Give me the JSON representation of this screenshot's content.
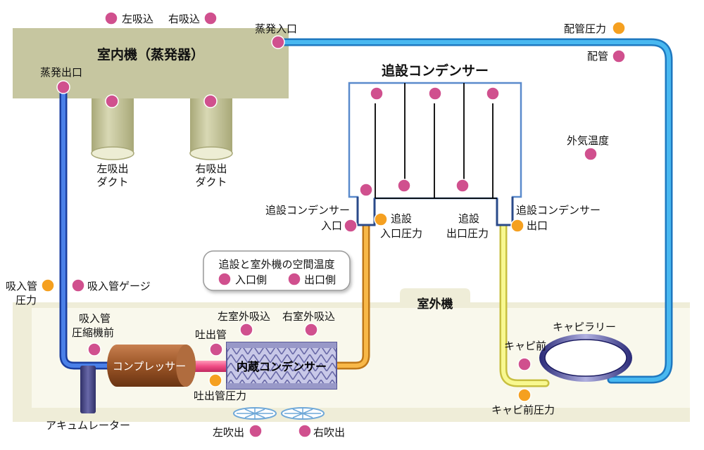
{
  "colors": {
    "temp_sensor": "#d0508e",
    "pressure_sensor": "#f5a020",
    "indoor_unit": "#c6c6a0",
    "outdoor_unit": "#efedd8",
    "pipe_cold": "#3b6fd8",
    "pipe_liquid": "#3da8e8",
    "pipe_hot": "#f0a838",
    "pipe_yellow": "#f0f070",
    "compressor": "#a86030",
    "discharge_pipe": "#f06090"
  },
  "indoor_unit": {
    "label": "室内機（蒸発器）"
  },
  "outdoor_unit": {
    "label": "室外機"
  },
  "add_condenser": {
    "label": "追設コンデンサー"
  },
  "compressor": {
    "label": "コンプレッサー"
  },
  "internal_condenser": {
    "label": "内蔵コンデンサー"
  },
  "capillary": {
    "label": "キャピラリー"
  },
  "ducts": {
    "left_line1": "左吸出",
    "left_line2": "ダクト",
    "right_line1": "右吸出",
    "right_line2": "ダクト"
  },
  "labels": {
    "left_intake": "左吸込",
    "right_intake": "右吸込",
    "evap_inlet": "蒸発入口",
    "evap_outlet": "蒸発出口",
    "pipe_pressure": "配管圧力",
    "pipe": "配管",
    "outside_temp": "外気温度",
    "add_cond_inlet_1": "追設コンデンサー",
    "add_cond_inlet_2": "入口",
    "add_inlet_pressure_1": "追設",
    "add_inlet_pressure_2": "入口圧力",
    "add_outlet_pressure_1": "追設",
    "add_outlet_pressure_2": "出口圧力",
    "add_cond_outlet_1": "追設コンデンサー",
    "add_cond_outlet_2": "出口",
    "suction_pressure_1": "吸入管",
    "suction_pressure_2": "圧力",
    "suction_gauge": "吸入管ゲージ",
    "suction_before_comp_1": "吸入管",
    "suction_before_comp_2": "圧縮機前",
    "left_outdoor_intake": "左室外吸込",
    "right_outdoor_intake": "右室外吸込",
    "discharge_pipe": "吐出管",
    "discharge_pressure": "吐出管圧力",
    "cap_before": "キャピ前",
    "cap_before_pressure": "キャピ前圧力",
    "accumulator": "アキュムレーター",
    "left_blow": "左吹出",
    "right_blow": "右吹出"
  },
  "space_temp_box": {
    "title": "追設と室外機の空間温度",
    "inlet": "入口側",
    "outlet": "出口側"
  }
}
